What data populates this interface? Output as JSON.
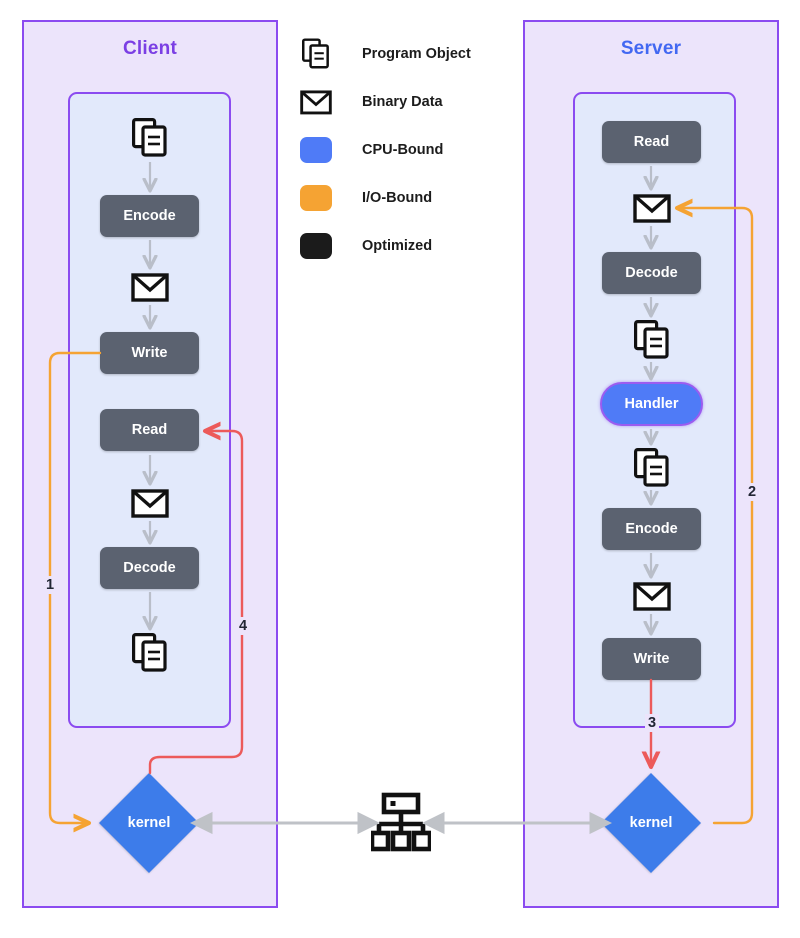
{
  "diagram": {
    "title_client": "Client",
    "title_server": "Server"
  },
  "legend": {
    "items": [
      {
        "icon": "program-object-icon",
        "label": "Program Object",
        "color": "#111111",
        "kind": "glyph"
      },
      {
        "icon": "binary-data-icon",
        "label": "Binary Data",
        "color": "#111111",
        "kind": "glyph"
      },
      {
        "icon": "cpu-bound-swatch",
        "label": "CPU-Bound",
        "color": "#4f7bf7",
        "kind": "chip"
      },
      {
        "icon": "io-bound-swatch",
        "label": "I/O-Bound",
        "color": "#f5a333",
        "kind": "chip"
      },
      {
        "icon": "optimized-swatch",
        "label": "Optimized",
        "color": "#1b1b1b",
        "kind": "chip"
      }
    ]
  },
  "client": {
    "nodes": [
      {
        "name": "program-object-icon",
        "label": "",
        "type": "program-object"
      },
      {
        "name": "encode-node",
        "label": "Encode",
        "type": "process"
      },
      {
        "name": "binary-data-icon",
        "label": "",
        "type": "binary-data"
      },
      {
        "name": "write-node",
        "label": "Write",
        "type": "process"
      },
      {
        "name": "read-node",
        "label": "Read",
        "type": "process"
      },
      {
        "name": "binary-data-icon",
        "label": "",
        "type": "binary-data"
      },
      {
        "name": "decode-node",
        "label": "Decode",
        "type": "process"
      },
      {
        "name": "program-object-icon",
        "label": "",
        "type": "program-object"
      }
    ],
    "kernel_label": "kernel"
  },
  "server": {
    "nodes": [
      {
        "name": "read-node",
        "label": "Read",
        "type": "process"
      },
      {
        "name": "binary-data-icon",
        "label": "",
        "type": "binary-data"
      },
      {
        "name": "decode-node",
        "label": "Decode",
        "type": "process"
      },
      {
        "name": "program-object-icon",
        "label": "",
        "type": "program-object"
      },
      {
        "name": "handler-node",
        "label": "Handler",
        "type": "handler"
      },
      {
        "name": "program-object-icon",
        "label": "",
        "type": "program-object"
      },
      {
        "name": "encode-node",
        "label": "Encode",
        "type": "process"
      },
      {
        "name": "binary-data-icon",
        "label": "",
        "type": "binary-data"
      },
      {
        "name": "write-node",
        "label": "Write",
        "type": "process"
      }
    ],
    "kernel_label": "kernel"
  },
  "network": {
    "icon": "network-topology-icon"
  },
  "flows": [
    {
      "id": "1",
      "label": "1",
      "color": "#f5a333",
      "from": "client-write",
      "to": "client-kernel"
    },
    {
      "id": "2",
      "label": "2",
      "color": "#f5a333",
      "from": "server-kernel",
      "to": "server-binary-data"
    },
    {
      "id": "3",
      "label": "3",
      "color": "#ec5a5a",
      "from": "server-write",
      "to": "server-kernel"
    },
    {
      "id": "4",
      "label": "4",
      "color": "#ec5a5a",
      "from": "client-kernel",
      "to": "client-read"
    }
  ],
  "colors": {
    "zone_fill": "#ece4fb",
    "zone_border": "#8b4bf0",
    "inner_fill": "#e2e9fb",
    "process_node": "#5b6270",
    "handler_fill": "#4f7bf7",
    "handler_border": "#9b5cf0",
    "kernel_fill": "#3d7cea",
    "io_orange": "#f5a333",
    "optimized_red": "#ec5a5a",
    "connector_grey": "#b9bec9",
    "link_grey": "#bfc2c7",
    "client_title": "#7b3fe4",
    "server_title": "#4268f2"
  }
}
